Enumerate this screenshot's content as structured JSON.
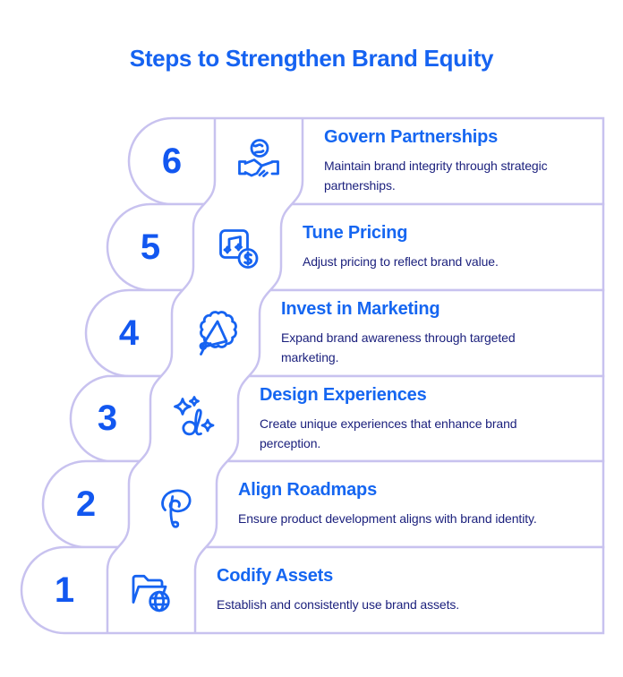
{
  "page_title": "Steps to Strengthen Brand Equity",
  "colors": {
    "accent_blue": "#1663f1",
    "number_blue": "#1257f0",
    "description_navy": "#1a1f7c",
    "outline_lavender": "#c8c2ef",
    "background": "#ffffff"
  },
  "steps": [
    {
      "number": "6",
      "title": "Govern Partnerships",
      "description": "Maintain brand integrity through strategic partnerships.",
      "icon": "handshake-globe-icon"
    },
    {
      "number": "5",
      "title": "Tune Pricing",
      "description": "Adjust pricing to reflect brand value.",
      "icon": "music-note-dollar-icon"
    },
    {
      "number": "4",
      "title": "Invest in Marketing",
      "description": "Expand brand awareness through targeted marketing.",
      "icon": "megaphone-badge-icon"
    },
    {
      "number": "3",
      "title": "Design Experiences",
      "description": "Create unique experiences that enhance brand perception.",
      "icon": "sparkle-design-icon"
    },
    {
      "number": "2",
      "title": "Align Roadmaps",
      "description": "Ensure product development aligns with brand identity.",
      "icon": "letter-p-roadmap-icon"
    },
    {
      "number": "1",
      "title": "Codify Assets",
      "description": "Establish and consistently use brand assets.",
      "icon": "folder-globe-icon"
    }
  ]
}
